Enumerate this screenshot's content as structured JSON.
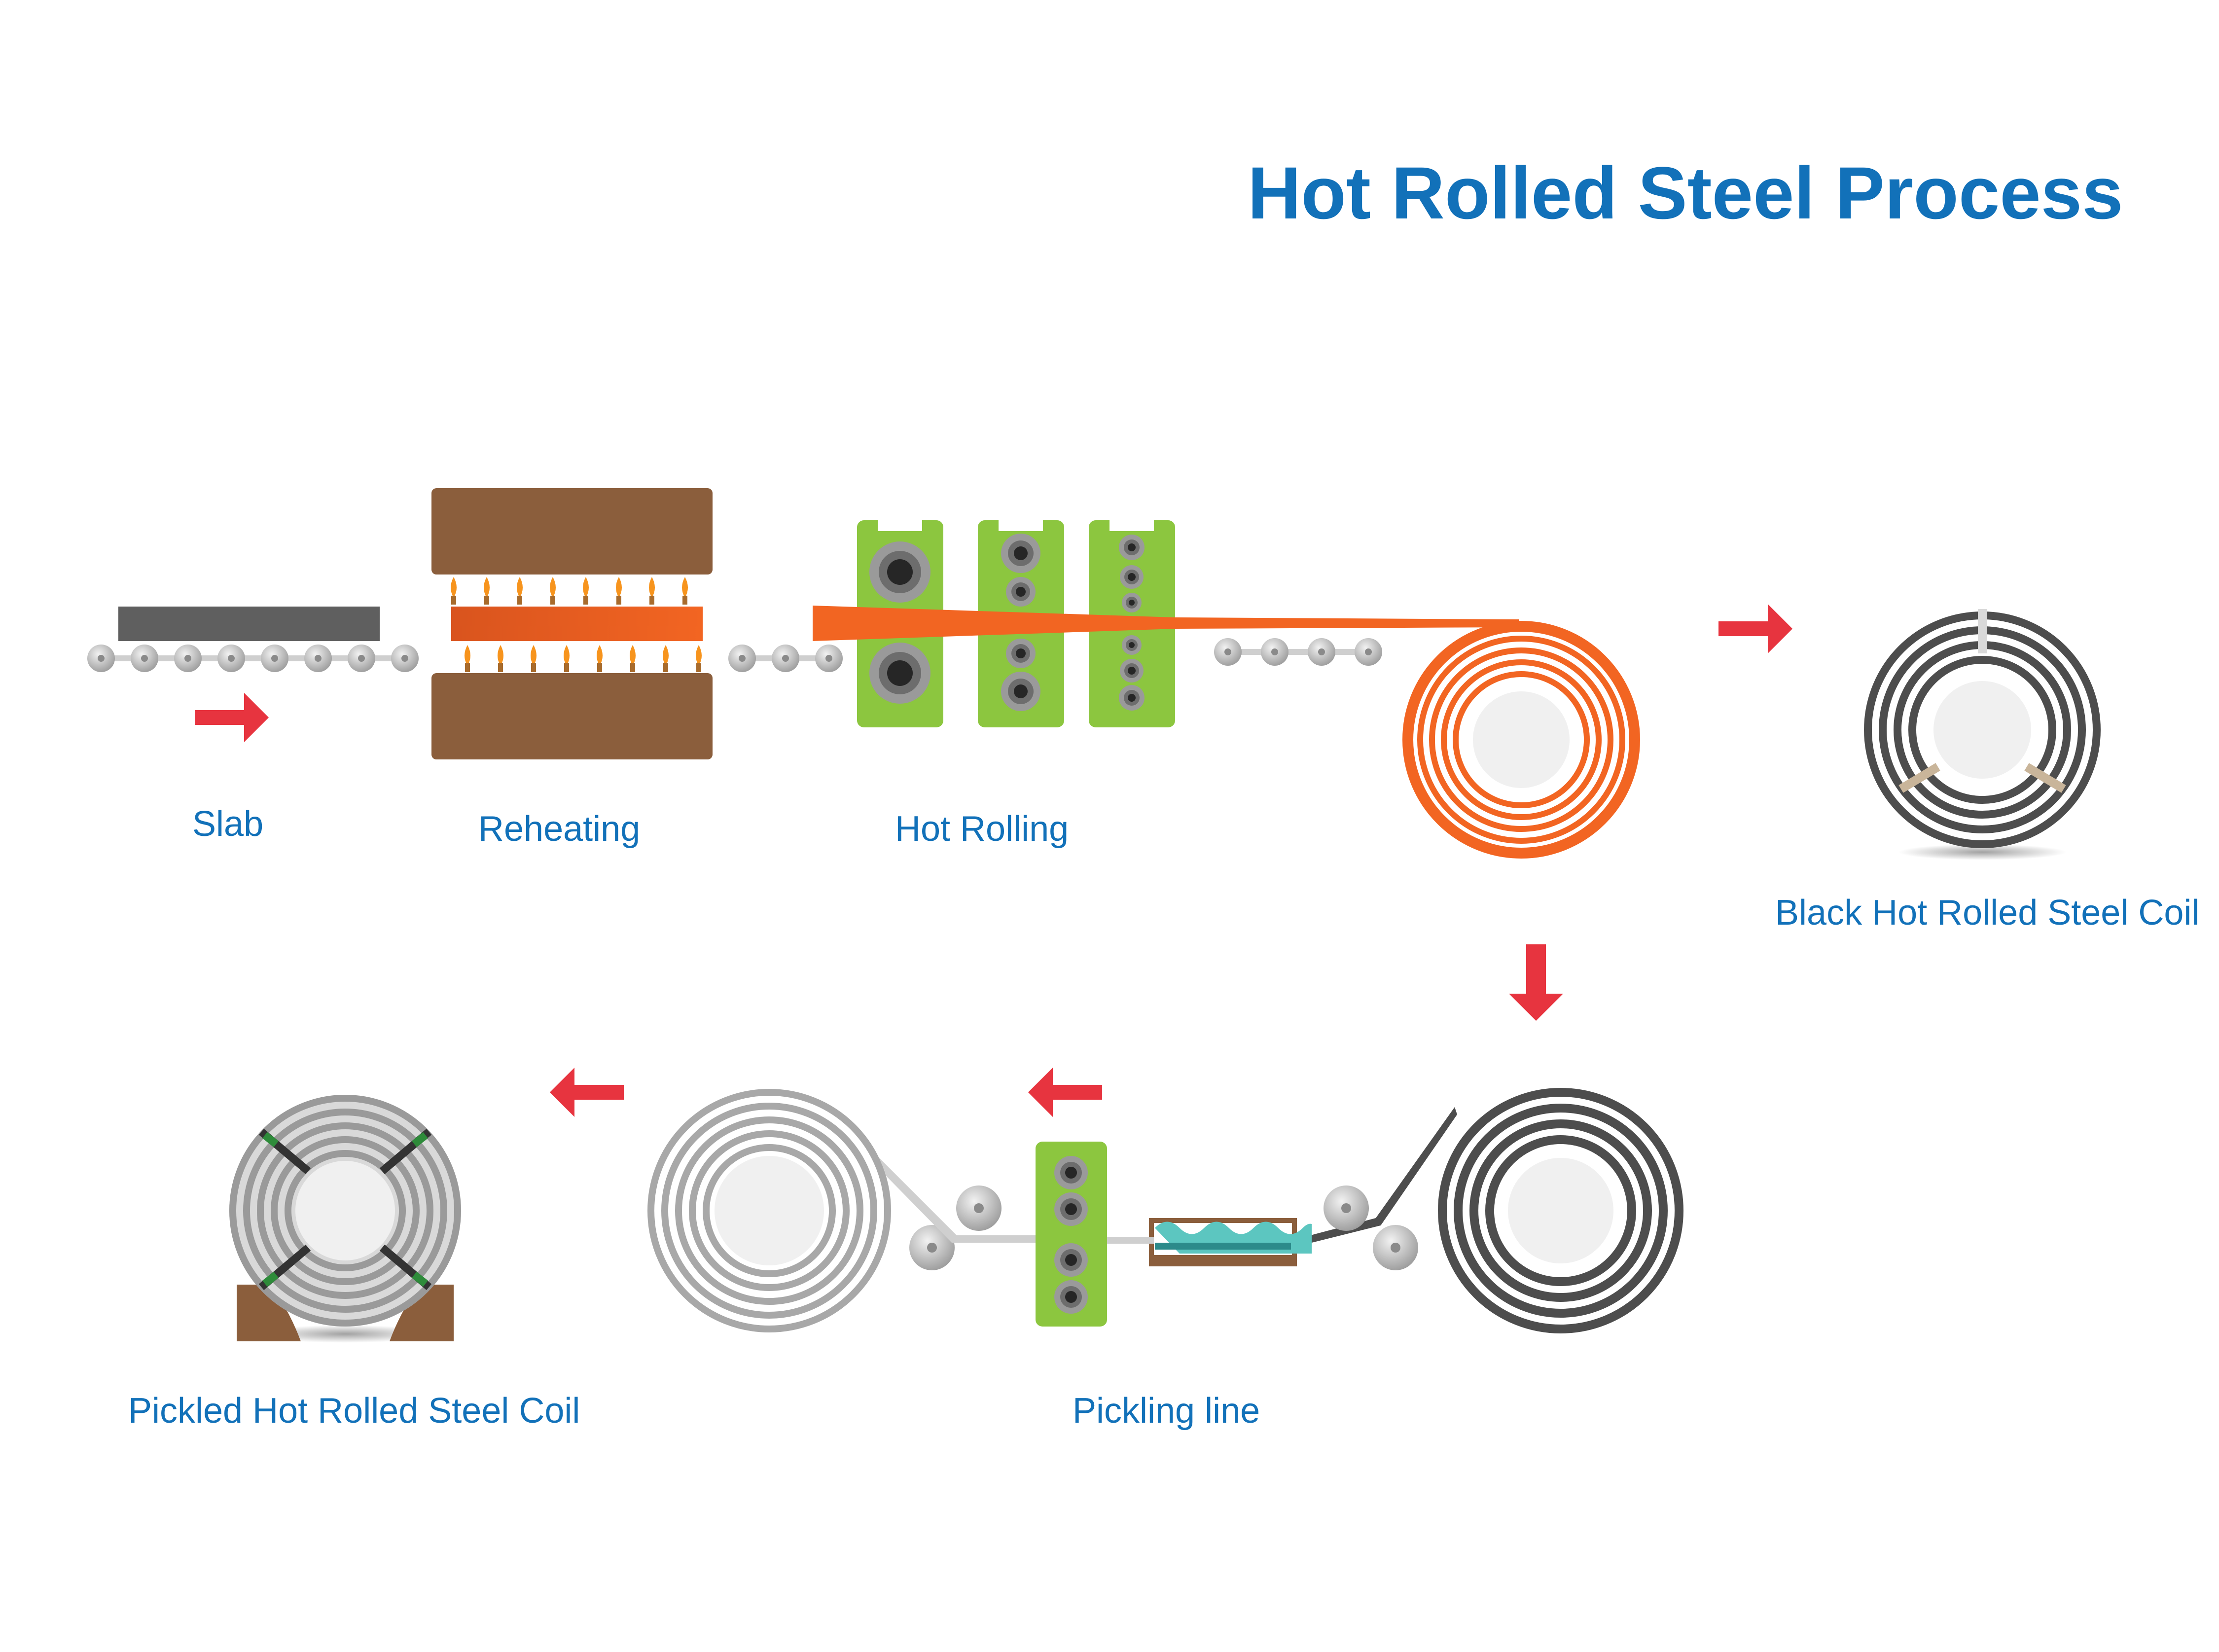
{
  "title": "Hot Rolled Steel Process",
  "labels": {
    "slab": "Slab",
    "reheating": "Reheating",
    "hot_rolling": "Hot Rolling",
    "black_coil": "Black Hot Rolled Steel Coil",
    "pickled_coil": "Pickled Hot Rolled Steel Coil",
    "pickling_line": "Pickling line"
  },
  "colors": {
    "title": "#1271b9",
    "label": "#1271b9",
    "arrow": "#e7343f",
    "furnace": "#8b5e3c",
    "stand": "#8cc63f",
    "hot_steel": "#f26522",
    "black_steel": "#4d4d4d",
    "pickled_steel": "#a8a8a8",
    "acid": "#5cc6c0",
    "flame": "#f7941d"
  }
}
